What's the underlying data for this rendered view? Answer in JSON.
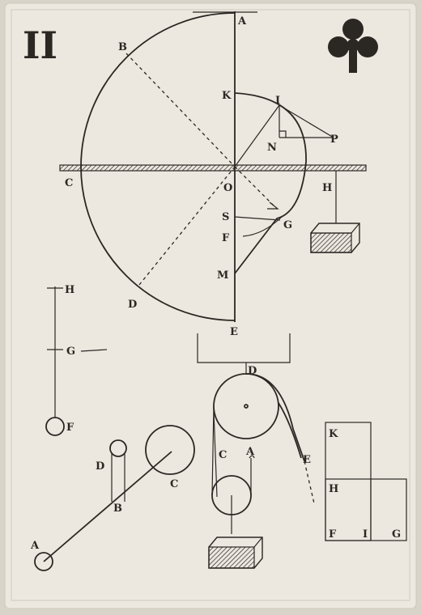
{
  "card": {
    "numeral": "II",
    "suit_icon": "club-icon"
  },
  "labels": {
    "A_top": "A",
    "B_top": "B",
    "C_left": "C",
    "K": "K",
    "I": "I",
    "N": "N",
    "P": "P",
    "O": "O",
    "H_weight": "H",
    "S": "S",
    "G_curve": "G",
    "F_curve": "F",
    "M": "M",
    "D_circle": "D",
    "E_bottom": "E",
    "H_rod": "H",
    "G_rod": "G",
    "F_rod": "F",
    "D_pulley": "D",
    "E_rope": "E",
    "C_pulley": "C",
    "A_pulley": "A",
    "D_lever": "D",
    "C_lever": "C",
    "B_lever": "B",
    "A_lever": "A",
    "K_rect": "K",
    "H_rect": "H",
    "F_rect": "F",
    "I_rect": "I",
    "G_rect": "G"
  }
}
